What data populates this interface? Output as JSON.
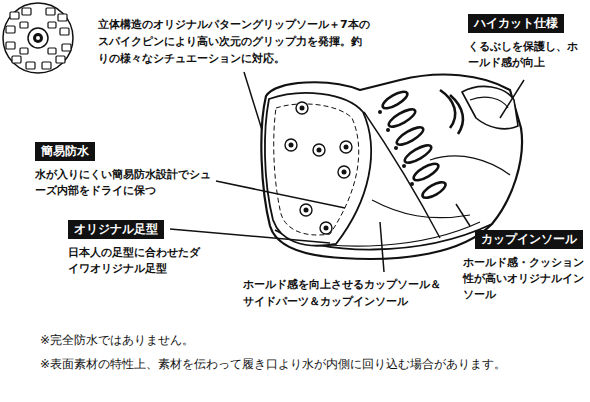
{
  "diagram": {
    "nodes": [
      {
        "text": [
          "ハイカット仕様",
          "くるぶしを保護し、ホールド感が向上"
        ]
      },
      {
        "text": [
          "簡易防水",
          "水が入りにくい簡易防水設計でシューズ内部をドライに保つ"
        ]
      },
      {
        "text": [
          "オリジナル足型",
          "日本人の足型に合わせたダイワオリジナル足型"
        ]
      },
      {
        "text": [
          "カップインソール",
          "ホールド感・クッション性が高いオリジナルインソール"
        ]
      }
    ],
    "labels": [
      "立体構造のオリジナルパターングリップソール＋7本のスパイクピンにより高い次元のグリップ力を発揮。釣りの様々なシチュエーションに対応。",
      "ホールド感を向上させるカップソール＆サイドパーツ＆カップインソール",
      "※完全防水ではありません。",
      "※表面素材の特性上、素材を伝わって履き口より水が内側に回り込む場合があります。"
    ]
  }
}
